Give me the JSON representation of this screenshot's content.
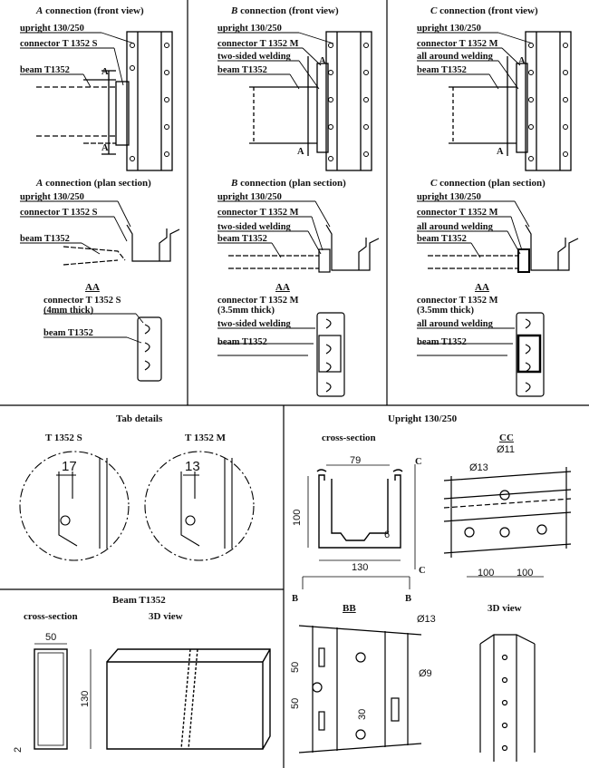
{
  "panels": {
    "a_front": {
      "letter": "A",
      "title": " connection (front view)",
      "upright": "upright 130/250",
      "connector": "connector T 1352 S",
      "beam": "beam T1352",
      "sec": "A"
    },
    "b_front": {
      "letter": "B",
      "title": " connection (front view)",
      "upright": "upright 130/250",
      "connector": "connector T 1352 M",
      "weld": "two-sided welding",
      "beam": "beam T1352",
      "sec": "A"
    },
    "c_front": {
      "letter": "C",
      "title": " connection (front view)",
      "upright": "upright 130/250",
      "connector": "connector T 1352 M",
      "weld": "all around welding",
      "beam": "beam T1352",
      "sec": "A"
    },
    "a_plan": {
      "letter": "A",
      "title": " connection (plan section)",
      "upright": "upright 130/250",
      "connector": "connector T 1352 S",
      "beam": "beam T1352"
    },
    "b_plan": {
      "letter": "B",
      "title": " connection (plan section)",
      "upright": "upright 130/250",
      "connector": "connector T 1352 M",
      "weld": "two-sided welding",
      "beam": "beam T1352"
    },
    "c_plan": {
      "letter": "C",
      "title": " connection (plan section)",
      "upright": "upright 130/250",
      "connector": "connector T 1352 M",
      "weld": "all around welding",
      "beam": "beam T1352"
    },
    "a_aa": {
      "title": "AA",
      "connector": "connector T 1352 S",
      "thick": "(4mm thick)",
      "beam": "beam T1352"
    },
    "b_aa": {
      "title": "AA",
      "connector": "connector T 1352 M",
      "thick": "(3.5mm thick)",
      "weld": "two-sided welding",
      "beam": "beam T1352"
    },
    "c_aa": {
      "title": "AA",
      "connector": "connector T 1352 M",
      "thick": "(3.5mm thick)",
      "weld": "all around welding",
      "beam": "beam T1352"
    }
  },
  "tab": {
    "title": "Tab details",
    "s": "T 1352 S",
    "m": "T 1352 M",
    "s_dim": "17",
    "m_dim": "13"
  },
  "upright": {
    "title": "Upright  130/250",
    "cross": "cross-section",
    "cc": "CC",
    "d79": "79",
    "d100": "100",
    "d6": "6",
    "d130": "130",
    "c1": "C",
    "c2": "C",
    "b1": "B",
    "b2": "B",
    "o11": "Ø11",
    "o13": "Ø13",
    "cc100a": "100",
    "cc100b": "100",
    "bb": "BB",
    "bo13": "Ø13",
    "bo9": "Ø9",
    "b50a": "50",
    "b50b": "50",
    "b30": "30",
    "view3d": "3D view"
  },
  "beam": {
    "title": "Beam T1352",
    "cross": "cross-section",
    "view3d": "3D view",
    "d50": "50",
    "d130": "130",
    "d2": "2"
  }
}
